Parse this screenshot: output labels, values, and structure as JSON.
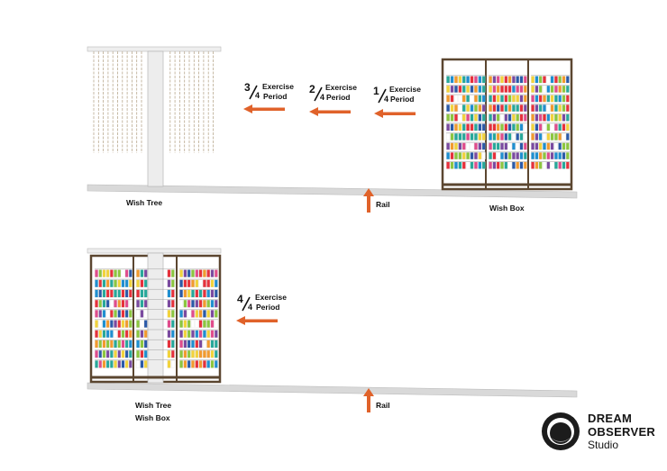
{
  "top_panel": {
    "wish_tree_label": "Wish Tree",
    "wish_box_label": "Wish Box",
    "rail_label": "Rail",
    "stages": [
      {
        "numerator": "3",
        "denominator": "4",
        "line1": "Exercise",
        "line2": "Period"
      },
      {
        "numerator": "2",
        "denominator": "4",
        "line1": "Exercise",
        "line2": "Period"
      },
      {
        "numerator": "1",
        "denominator": "4",
        "line1": "Exercise",
        "line2": "Period"
      }
    ]
  },
  "bottom_panel": {
    "wish_tree_label": "Wish Tree",
    "wish_box_label": "Wish Box",
    "rail_label": "Rail",
    "stage": {
      "numerator": "4",
      "denominator": "4",
      "line1": "Exercise",
      "line2": "Period"
    }
  },
  "logo": {
    "line1": "DREAM",
    "line2": "OBSERVER",
    "line3": "Studio"
  },
  "colors": {
    "arrow": "#e0622a",
    "rail": "#d8d8d8",
    "frame": "#5b4630",
    "pole": "#ececec",
    "card_palette": [
      "#e6313b",
      "#f29a2e",
      "#f2d33b",
      "#8cc63f",
      "#27a89a",
      "#1f8fd0",
      "#2b5aa8",
      "#7a4aa0",
      "#e04c8c",
      "#ffffff"
    ]
  }
}
